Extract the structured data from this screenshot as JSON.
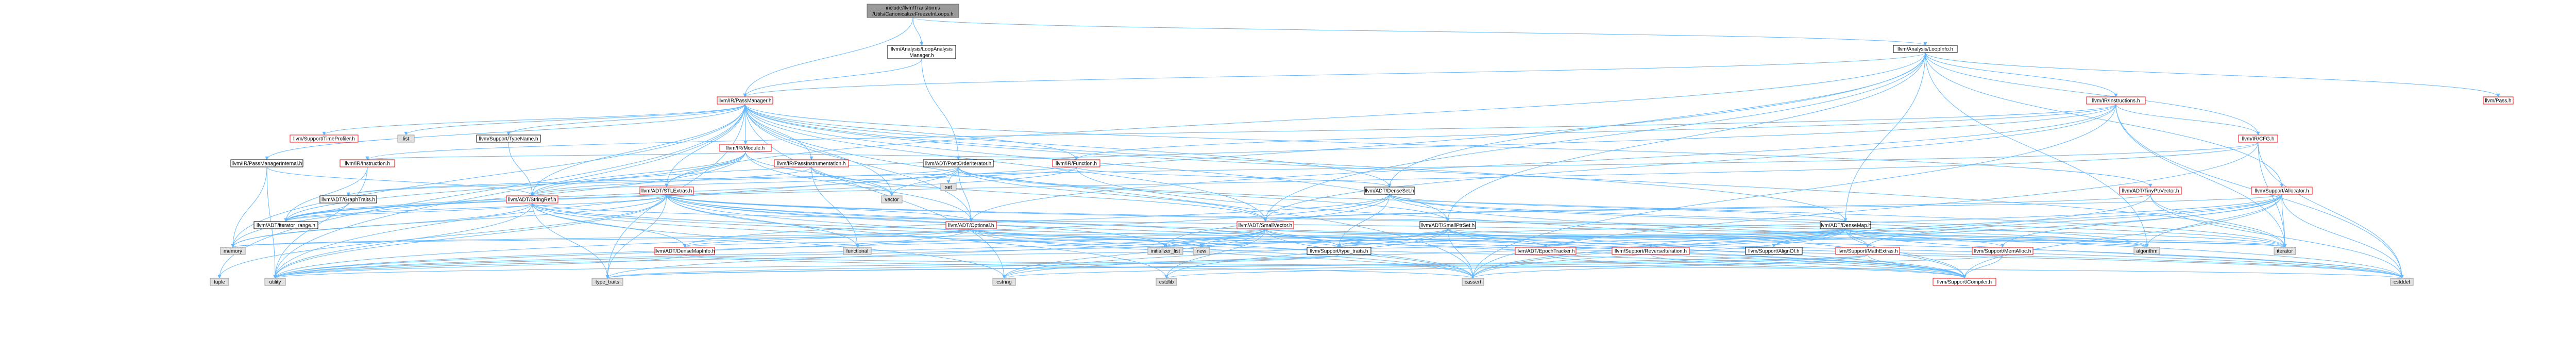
{
  "colors": {
    "edge": "#63b8ff",
    "root_fill": "#999999",
    "root_border": "#666666",
    "normal_border": "#000000",
    "truncated_border": "#ff0000",
    "external_fill": "#e0e0e0",
    "external_border": "#999999"
  },
  "nodes": [
    {
      "id": "root",
      "lines": [
        "include/llvm/Transforms",
        "/Utils/CanonicalizeFreezeInLoops.h"
      ],
      "kind": "root"
    },
    {
      "id": "lam",
      "lines": [
        "llvm/Analysis/LoopAnalysis",
        "Manager.h"
      ],
      "kind": "normal"
    },
    {
      "id": "loopinfo",
      "lines": [
        "llvm/Analysis/LoopInfo.h"
      ],
      "kind": "normal"
    },
    {
      "id": "passmgr",
      "lines": [
        "llvm/IR/PassManager.h"
      ],
      "kind": "truncated"
    },
    {
      "id": "instructions",
      "lines": [
        "llvm/IR/Instructions.h"
      ],
      "kind": "truncated"
    },
    {
      "id": "pass",
      "lines": [
        "llvm/Pass.h"
      ],
      "kind": "truncated"
    },
    {
      "id": "timeprof",
      "lines": [
        "llvm/Support/TimeProfiler.h"
      ],
      "kind": "truncated"
    },
    {
      "id": "list",
      "lines": [
        "list"
      ],
      "kind": "external"
    },
    {
      "id": "typename",
      "lines": [
        "llvm/Support/TypeName.h"
      ],
      "kind": "normal"
    },
    {
      "id": "module",
      "lines": [
        "llvm/IR/Module.h"
      ],
      "kind": "truncated"
    },
    {
      "id": "cfg",
      "lines": [
        "llvm/IR/CFG.h"
      ],
      "kind": "truncated"
    },
    {
      "id": "pmint",
      "lines": [
        "llvm/IR/PassManagerInternal.h"
      ],
      "kind": "normal"
    },
    {
      "id": "instruction",
      "lines": [
        "llvm/IR/Instruction.h"
      ],
      "kind": "truncated"
    },
    {
      "id": "passinstr",
      "lines": [
        "llvm/IR/PassInstrumentation.h"
      ],
      "kind": "truncated"
    },
    {
      "id": "postorder",
      "lines": [
        "llvm/ADT/PostOrderIterator.h"
      ],
      "kind": "normal"
    },
    {
      "id": "function",
      "lines": [
        "llvm/IR/Function.h"
      ],
      "kind": "truncated"
    },
    {
      "id": "tinyptr",
      "lines": [
        "llvm/ADT/TinyPtrVector.h"
      ],
      "kind": "truncated"
    },
    {
      "id": "allocator",
      "lines": [
        "llvm/Support/Allocator.h"
      ],
      "kind": "truncated"
    },
    {
      "id": "graphtraits",
      "lines": [
        "llvm/ADT/GraphTraits.h"
      ],
      "kind": "normal"
    },
    {
      "id": "stringref",
      "lines": [
        "llvm/ADT/StringRef.h"
      ],
      "kind": "truncated"
    },
    {
      "id": "stlextras",
      "lines": [
        "llvm/ADT/STLExtras.h"
      ],
      "kind": "truncated"
    },
    {
      "id": "vector",
      "lines": [
        "vector"
      ],
      "kind": "external"
    },
    {
      "id": "set",
      "lines": [
        "set"
      ],
      "kind": "external"
    },
    {
      "id": "denseset",
      "lines": [
        "llvm/ADT/DenseSet.h"
      ],
      "kind": "normal"
    },
    {
      "id": "iterrange",
      "lines": [
        "llvm/ADT/iterator_range.h"
      ],
      "kind": "normal"
    },
    {
      "id": "optional",
      "lines": [
        "llvm/ADT/Optional.h"
      ],
      "kind": "truncated"
    },
    {
      "id": "smallvector",
      "lines": [
        "llvm/ADT/SmallVector.h"
      ],
      "kind": "truncated"
    },
    {
      "id": "smallptrset",
      "lines": [
        "llvm/ADT/SmallPtrSet.h"
      ],
      "kind": "normal"
    },
    {
      "id": "densemap",
      "lines": [
        "llvm/ADT/DenseMap.h"
      ],
      "kind": "normal"
    },
    {
      "id": "memory",
      "lines": [
        "memory"
      ],
      "kind": "external"
    },
    {
      "id": "densemapinfo",
      "lines": [
        "llvm/ADT/DenseMapInfo.h"
      ],
      "kind": "truncated"
    },
    {
      "id": "functional",
      "lines": [
        "functional"
      ],
      "kind": "external"
    },
    {
      "id": "initlist",
      "lines": [
        "initializer_list"
      ],
      "kind": "external"
    },
    {
      "id": "new",
      "lines": [
        "new"
      ],
      "kind": "external"
    },
    {
      "id": "typetraitsllvm",
      "lines": [
        "llvm/Support/type_traits.h"
      ],
      "kind": "normal"
    },
    {
      "id": "epoch",
      "lines": [
        "llvm/ADT/EpochTracker.h"
      ],
      "kind": "truncated"
    },
    {
      "id": "reverseiter",
      "lines": [
        "llvm/Support/ReverseIteration.h"
      ],
      "kind": "truncated"
    },
    {
      "id": "alignof",
      "lines": [
        "llvm/Support/AlignOf.h"
      ],
      "kind": "normal"
    },
    {
      "id": "mathextras",
      "lines": [
        "llvm/Support/MathExtras.h"
      ],
      "kind": "truncated"
    },
    {
      "id": "memalloc",
      "lines": [
        "llvm/Support/MemAlloc.h"
      ],
      "kind": "truncated"
    },
    {
      "id": "algorithm",
      "lines": [
        "algorithm"
      ],
      "kind": "external"
    },
    {
      "id": "iterator",
      "lines": [
        "iterator"
      ],
      "kind": "external"
    },
    {
      "id": "tuple",
      "lines": [
        "tuple"
      ],
      "kind": "external"
    },
    {
      "id": "utility",
      "lines": [
        "utility"
      ],
      "kind": "external"
    },
    {
      "id": "typetraits",
      "lines": [
        "type_traits"
      ],
      "kind": "external"
    },
    {
      "id": "cstring",
      "lines": [
        "cstring"
      ],
      "kind": "external"
    },
    {
      "id": "cstdlib",
      "lines": [
        "cstdlib"
      ],
      "kind": "external"
    },
    {
      "id": "cassert",
      "lines": [
        "cassert"
      ],
      "kind": "external"
    },
    {
      "id": "compiler",
      "lines": [
        "llvm/Support/Compiler.h"
      ],
      "kind": "truncated"
    },
    {
      "id": "cstddef",
      "lines": [
        "cstddef"
      ],
      "kind": "external"
    }
  ]
}
